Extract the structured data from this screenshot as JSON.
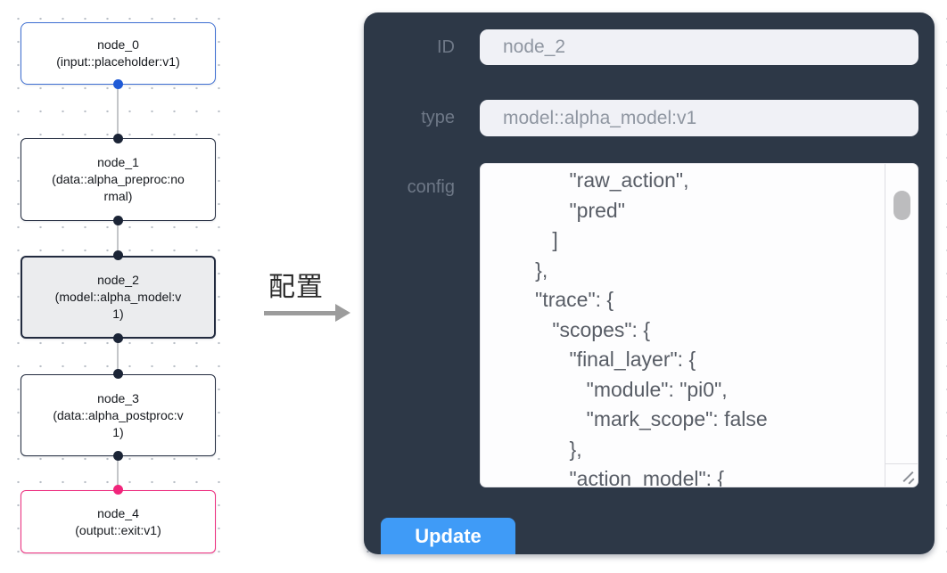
{
  "canvas": {
    "nodes": [
      {
        "id": "node_0",
        "type_label": "(input::placeholder:v1)",
        "variant": "input",
        "border_color": "#3d6ed2"
      },
      {
        "id": "node_1",
        "type_label": "(data::alpha_preproc:normal)",
        "variant": "default",
        "border_color": "#222b3f"
      },
      {
        "id": "node_2",
        "type_label": "(model::alpha_model:v1)",
        "variant": "selected",
        "border_color": "#222b3f",
        "fill": "#ebecee"
      },
      {
        "id": "node_3",
        "type_label": "(data::alpha_postproc:v1)",
        "variant": "default",
        "border_color": "#222b3f"
      },
      {
        "id": "node_4",
        "type_label": "(output::exit:v1)",
        "variant": "output",
        "border_color": "#ed2d7e"
      }
    ],
    "port_colors": {
      "input": "#1f5ad6",
      "default": "#1b2436",
      "output": "#f1257b"
    },
    "edge_color": "#c4c6c9"
  },
  "transition": {
    "label": "配置",
    "arrow_color": "#9c9c9c"
  },
  "panel": {
    "background": "#2d3847",
    "field_background": "#f0f1f6",
    "fields": {
      "id": {
        "label": "ID",
        "value": "node_2"
      },
      "type": {
        "label": "type",
        "value": "model::alpha_model:v1"
      }
    },
    "config": {
      "label": "config",
      "text": "         \"raw_action\",\n         \"pred\"\n      ]\n   },\n   \"trace\": {\n      \"scopes\": {\n         \"final_layer\": {\n            \"module\": \"pi0\",\n            \"mark_scope\": false\n         },\n         \"action_model\": {"
    },
    "update_button": {
      "label": "Update",
      "color": "#3f9bf7"
    }
  }
}
